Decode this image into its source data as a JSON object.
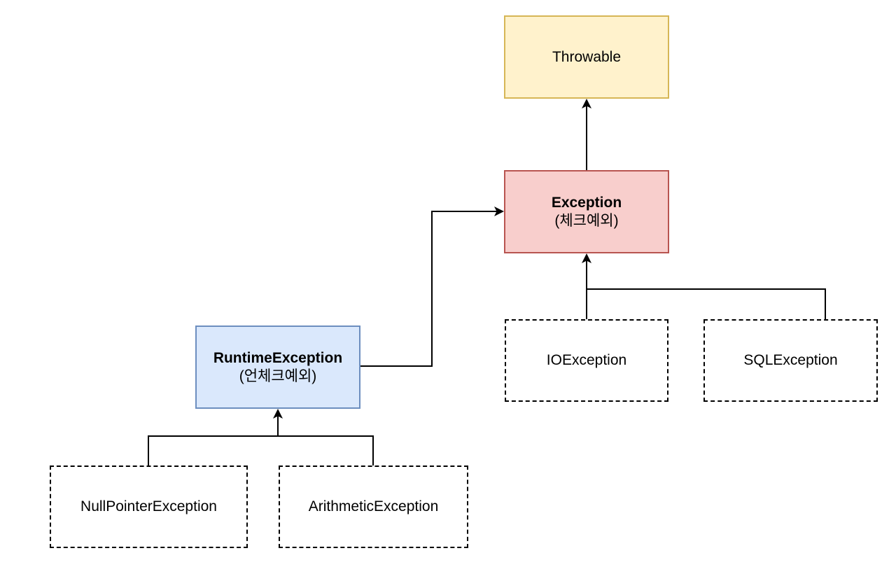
{
  "nodes": {
    "throwable": {
      "title": "Throwable"
    },
    "exception": {
      "title": "Exception",
      "subtitle": "(체크예외)"
    },
    "runtime": {
      "title": "RuntimeException",
      "subtitle": "(언체크예외)"
    },
    "io": {
      "title": "IOException"
    },
    "sql": {
      "title": "SQLException"
    },
    "npe": {
      "title": "NullPointerException"
    },
    "arith": {
      "title": "ArithmeticException"
    }
  },
  "colors": {
    "throwable_fill": "#fff2cc",
    "throwable_border": "#d6b656",
    "exception_fill": "#f8cecc",
    "exception_border": "#b85450",
    "runtime_fill": "#dae8fc",
    "runtime_border": "#6c8ebf",
    "edge": "#000000"
  }
}
